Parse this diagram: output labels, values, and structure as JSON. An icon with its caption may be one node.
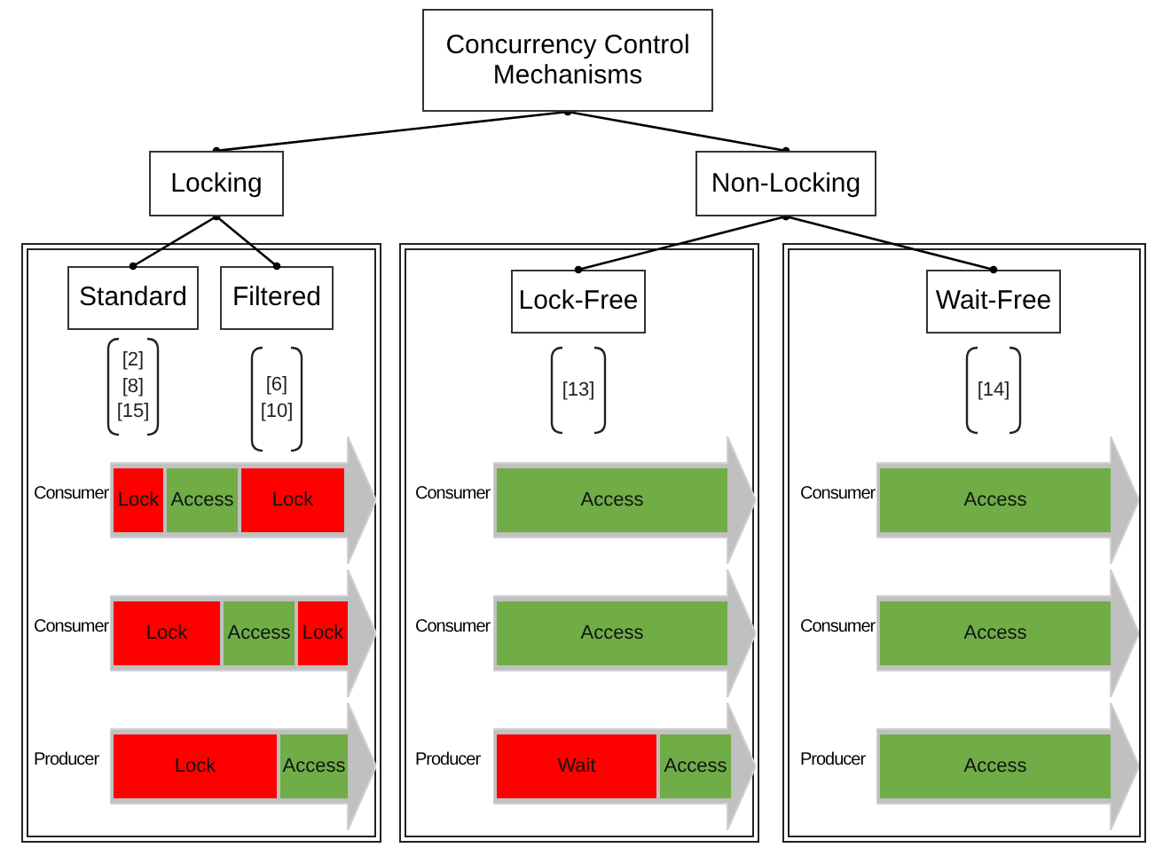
{
  "diagram": {
    "nodes": [
      {
        "text": [
          "Concurrency Control Mechanisms"
        ]
      },
      {
        "text": [
          "Locking"
        ]
      },
      {
        "text": [
          "Non-Locking"
        ]
      },
      {
        "text": [],
        "shape": "box"
      },
      {
        "text": [
          "Standard"
        ],
        "in": 3,
        "beside": [
          "[2] [8] [15]"
        ]
      },
      {
        "text": [
          "Filtered"
        ],
        "in": 3,
        "beside": [
          "[6] [10]"
        ]
      },
      {
        "text": [],
        "shape": "arrow",
        "in": 3,
        "beside": [
          "Consumer"
        ]
      },
      {
        "text": [
          "Lock"
        ],
        "in": 6
      },
      {
        "text": [
          "Access"
        ],
        "in": 6
      },
      {
        "text": [
          "Lock"
        ],
        "in": 6
      },
      {
        "text": [],
        "shape": "arrow",
        "in": 3,
        "beside": [
          "Consumer"
        ]
      },
      {
        "text": [
          "Lock"
        ],
        "in": 10
      },
      {
        "text": [
          "Access"
        ],
        "in": 10
      },
      {
        "text": [
          "Lock"
        ],
        "in": 10
      },
      {
        "text": [],
        "shape": "arrow",
        "in": 3,
        "beside": [
          "Producer"
        ]
      },
      {
        "text": [
          "Lock"
        ],
        "in": 14
      },
      {
        "text": [
          "Access"
        ],
        "in": 14
      },
      {
        "text": [],
        "shape": "box"
      },
      {
        "text": [
          "Lock-Free"
        ],
        "in": 17,
        "beside": [
          "[13]"
        ]
      },
      {
        "text": [],
        "shape": "arrow",
        "in": 17,
        "beside": [
          "Consumer"
        ]
      },
      {
        "text": [
          "Access"
        ],
        "in": 19
      },
      {
        "text": [],
        "shape": "arrow",
        "in": 17,
        "beside": [
          "Consumer"
        ]
      },
      {
        "text": [
          "Access"
        ],
        "in": 21
      },
      {
        "text": [],
        "shape": "arrow",
        "in": 17,
        "beside": [
          "Producer"
        ]
      },
      {
        "text": [
          "Wait"
        ],
        "in": 23
      },
      {
        "text": [
          "Access"
        ],
        "in": 23
      },
      {
        "text": [],
        "shape": "box"
      },
      {
        "text": [
          "Wait-Free"
        ],
        "in": 26,
        "beside": [
          "[14]"
        ]
      },
      {
        "text": [],
        "shape": "arrow",
        "in": 26,
        "beside": [
          "Consumer"
        ]
      },
      {
        "text": [
          "Access"
        ],
        "in": 28
      },
      {
        "text": [],
        "shape": "arrow",
        "in": 26,
        "beside": [
          "Consumer"
        ]
      },
      {
        "text": [
          "Access"
        ],
        "in": 30
      },
      {
        "text": [],
        "shape": "arrow",
        "in": 26,
        "beside": [
          "Producer"
        ]
      },
      {
        "text": [
          "Access"
        ],
        "in": 32
      }
    ],
    "edges": [
      {
        "from": 0,
        "to": 1,
        "arrow": "other"
      },
      {
        "from": 0,
        "to": 2,
        "arrow": "other"
      },
      {
        "from": 1,
        "to": 4,
        "arrow": "other"
      },
      {
        "from": 1,
        "to": 5,
        "arrow": "other"
      },
      {
        "from": 2,
        "to": 18,
        "arrow": "other"
      },
      {
        "from": 2,
        "to": 27,
        "arrow": "other"
      }
    ]
  }
}
